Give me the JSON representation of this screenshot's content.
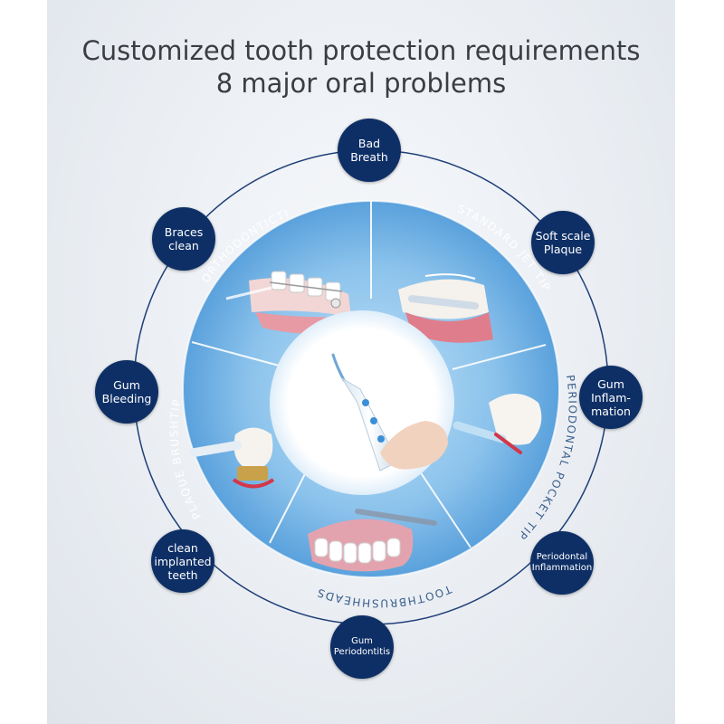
{
  "header": {
    "line1": "Customized tooth protection requirements",
    "line2": "8 major oral problems"
  },
  "problems": [
    {
      "label": "Bad\nBreath"
    },
    {
      "label": "Soft scale\nPlaque"
    },
    {
      "label": "Gum\nInflam-\nmation"
    },
    {
      "label": "Periodontal\nInflammation"
    },
    {
      "label": "Gum\nPeriodontitis"
    },
    {
      "label": "clean\nimplanted\nteeth"
    },
    {
      "label": "Gum\nBleeding"
    },
    {
      "label": "Braces\nclean"
    }
  ],
  "tips": {
    "orthodontic": "ORTHODONTICTI",
    "standard": "STANDARD JET TIP",
    "periodontal": "PERIODONTAL POCKET TIP",
    "toothbrush": "TOOTHBRUSHHEADS",
    "plaque": "PLAQUE BRUSHTIP"
  },
  "colors": {
    "node": "#0e2f66",
    "ring_line": "#1f3f78",
    "segment": "#8cc3ec",
    "segment_dark": "#5aa1dc",
    "title": "#3a3d42"
  }
}
